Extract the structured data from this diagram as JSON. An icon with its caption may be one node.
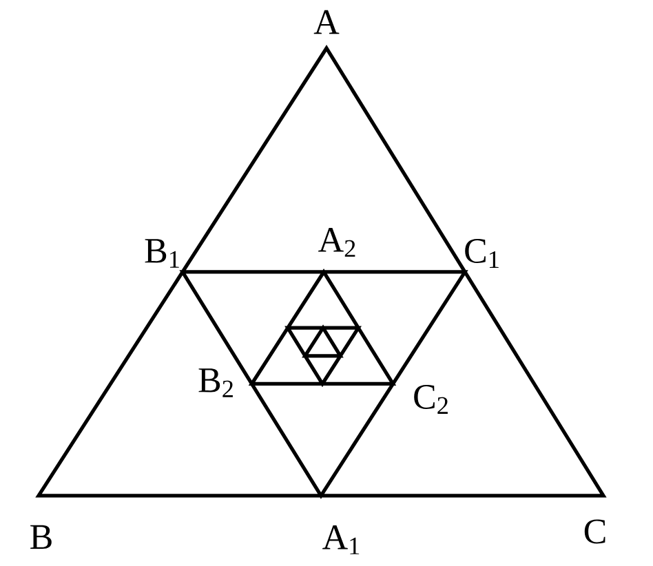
{
  "diagram": {
    "labels": [
      "A",
      "B$_{1}$",
      "A$_{2}$",
      "C$_{1}$",
      "B$_{2}$",
      "C$_{2}$",
      "B",
      "A$_{1}$",
      "C"
    ]
  }
}
